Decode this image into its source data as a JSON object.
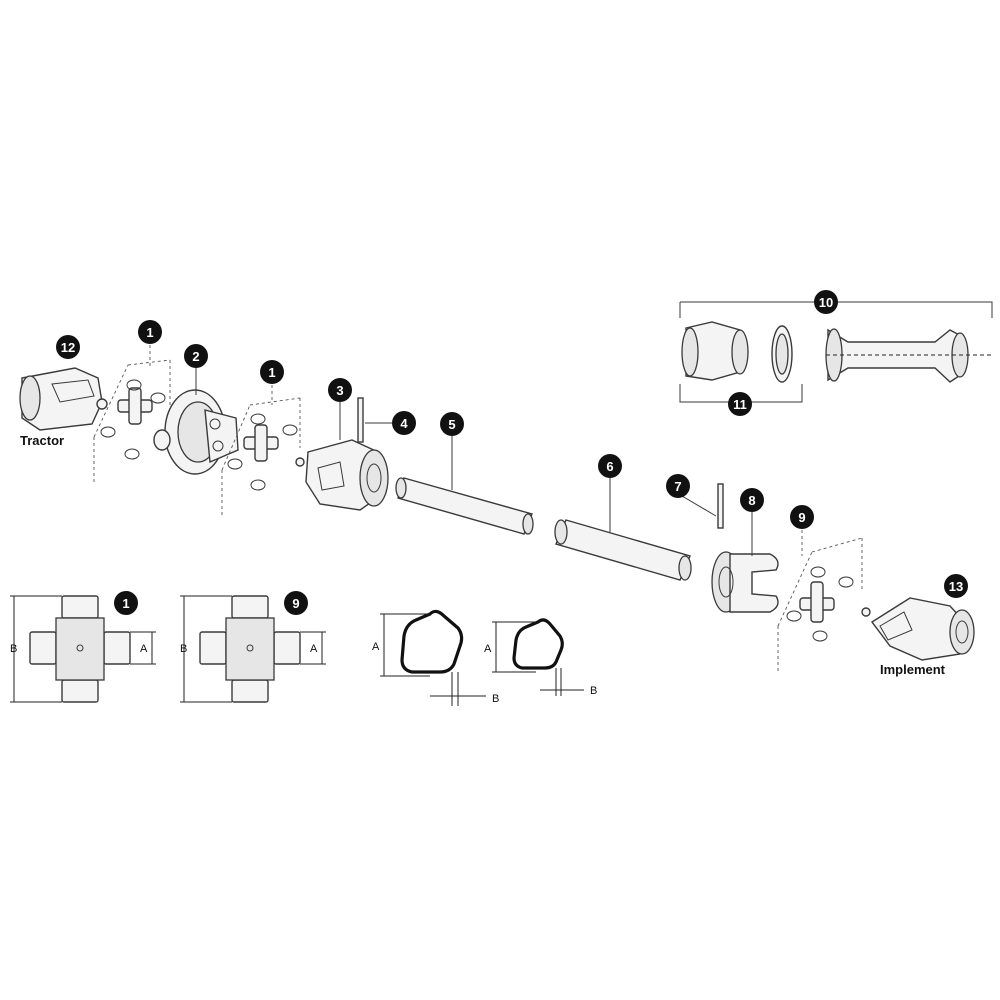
{
  "callouts": {
    "c1a": "1",
    "c2": "2",
    "c1b": "1",
    "c3": "3",
    "c4": "4",
    "c5": "5",
    "c6": "6",
    "c7": "7",
    "c8": "8",
    "c9": "9",
    "c10": "10",
    "c11": "11",
    "c12": "12",
    "c13": "13",
    "d1": "1",
    "d9": "9"
  },
  "labels": {
    "tractor": "Tractor",
    "implement": "Implement"
  },
  "dimensions": {
    "a": "A",
    "b": "B"
  }
}
